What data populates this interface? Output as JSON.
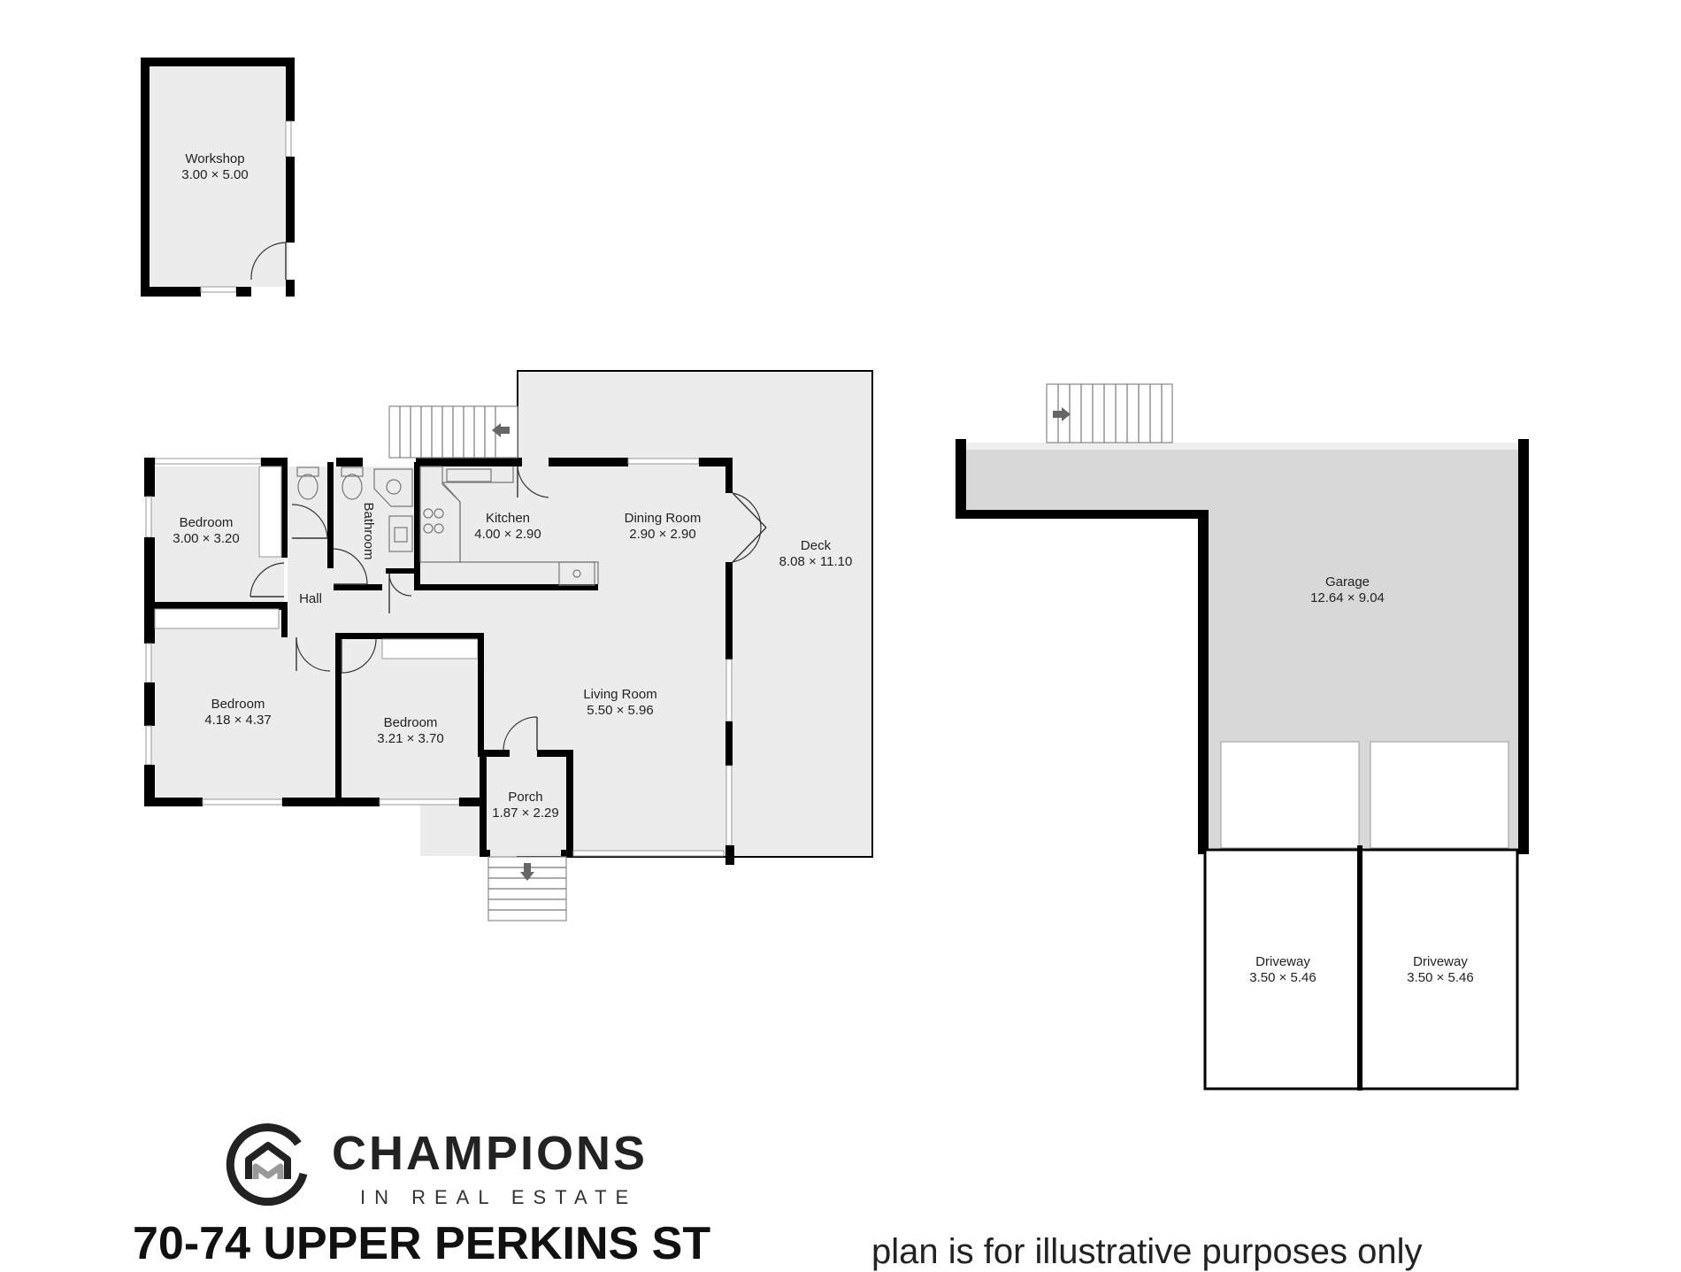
{
  "rooms": {
    "workshop": {
      "name": "Workshop",
      "size": "3.00 × 5.00"
    },
    "bedroom1": {
      "name": "Bedroom",
      "size": "3.00 × 3.20"
    },
    "bathroom": {
      "name": "Bathroom"
    },
    "kitchen": {
      "name": "Kitchen",
      "size": "4.00 × 2.90"
    },
    "dining": {
      "name": "Dining Room",
      "size": "2.90 × 2.90"
    },
    "deck": {
      "name": "Deck",
      "size": "8.08 × 11.10"
    },
    "hall": {
      "name": "Hall"
    },
    "bedroom2": {
      "name": "Bedroom",
      "size": "4.18 × 4.37"
    },
    "bedroom3": {
      "name": "Bedroom",
      "size": "3.21 × 3.70"
    },
    "living": {
      "name": "Living Room",
      "size": "5.50 × 5.96"
    },
    "porch": {
      "name": "Porch",
      "size": "1.87 × 2.29"
    },
    "garage": {
      "name": "Garage",
      "size": "12.64 × 9.04"
    },
    "driveway1": {
      "name": "Driveway",
      "size": "3.50 × 5.46"
    },
    "driveway2": {
      "name": "Driveway",
      "size": "3.50 × 5.46"
    }
  },
  "brand": {
    "name": "CHAMPIONS",
    "tagline": "IN REAL ESTATE",
    "logo_icon": "house-monogram-icon"
  },
  "address": "70-74 UPPER PERKINS ST",
  "disclaimer": "plan is for illustrative purposes only",
  "colors": {
    "room_fill": "#ececec",
    "garage_fill": "#d8d8d8",
    "wall": "#000000"
  }
}
